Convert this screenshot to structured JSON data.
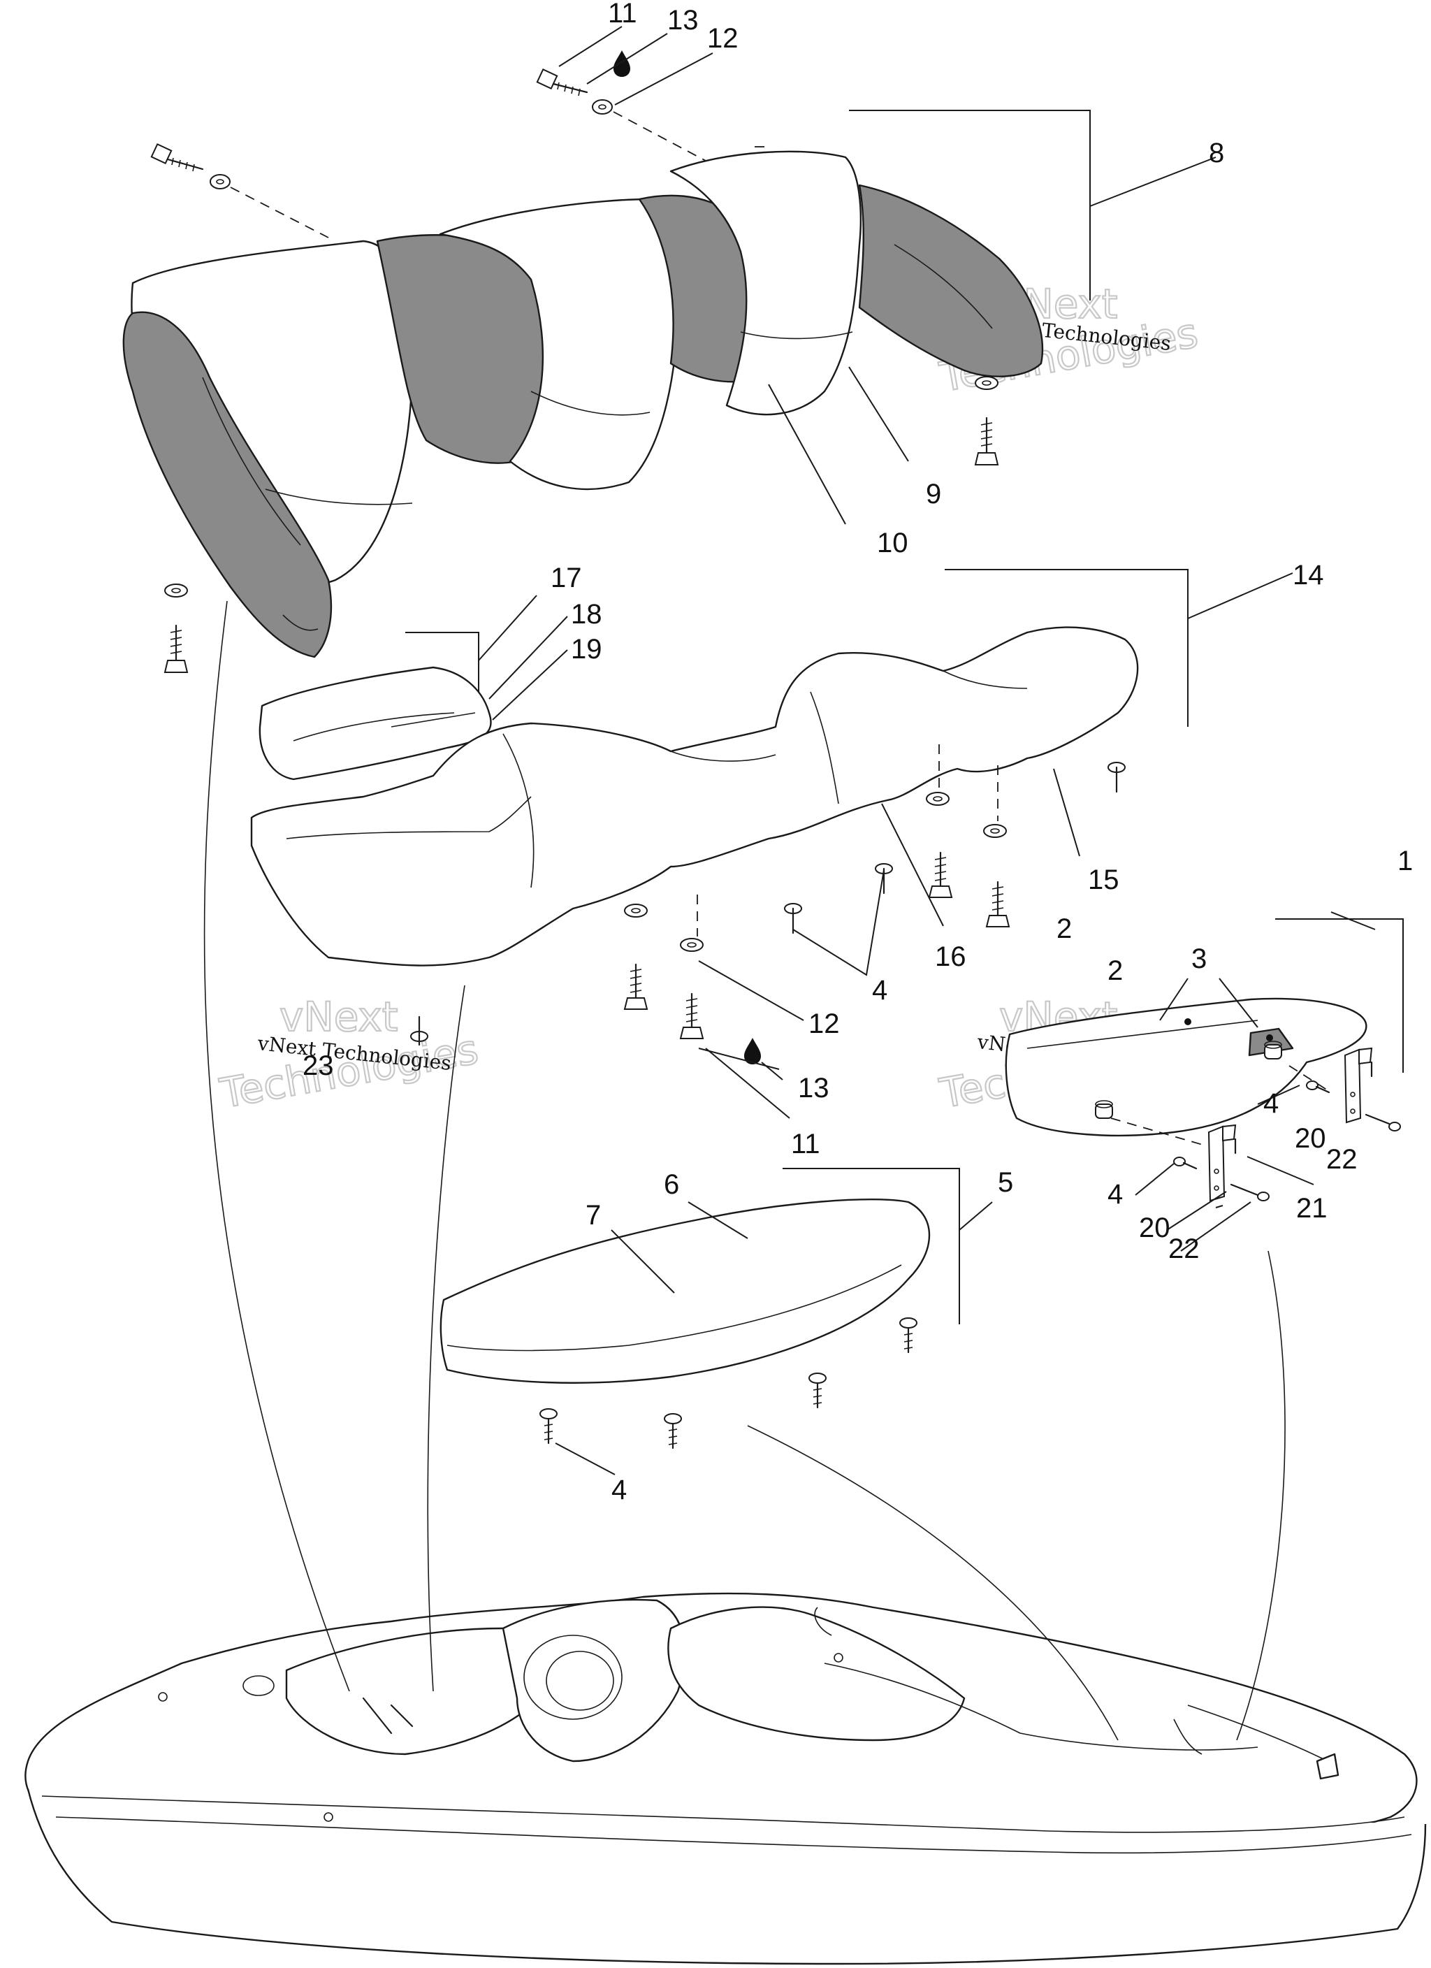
{
  "callouts": [
    {
      "id": "11a",
      "text": "11"
    },
    {
      "id": "13a",
      "text": "13"
    },
    {
      "id": "12a",
      "text": "12"
    },
    {
      "id": "8",
      "text": "8"
    },
    {
      "id": "9",
      "text": "9"
    },
    {
      "id": "10",
      "text": "10"
    },
    {
      "id": "17",
      "text": "17"
    },
    {
      "id": "18",
      "text": "18"
    },
    {
      "id": "19",
      "text": "19"
    },
    {
      "id": "14",
      "text": "14"
    },
    {
      "id": "15",
      "text": "15"
    },
    {
      "id": "16",
      "text": "16"
    },
    {
      "id": "2a",
      "text": "2"
    },
    {
      "id": "4a",
      "text": "4"
    },
    {
      "id": "12b",
      "text": "12"
    },
    {
      "id": "13b",
      "text": "13"
    },
    {
      "id": "11b",
      "text": "11"
    },
    {
      "id": "23",
      "text": "23"
    },
    {
      "id": "1",
      "text": "1"
    },
    {
      "id": "2b",
      "text": "2"
    },
    {
      "id": "3",
      "text": "3"
    },
    {
      "id": "4b",
      "text": "4"
    },
    {
      "id": "20a",
      "text": "20"
    },
    {
      "id": "22a",
      "text": "22"
    },
    {
      "id": "4c",
      "text": "4"
    },
    {
      "id": "21",
      "text": "21"
    },
    {
      "id": "20b",
      "text": "20"
    },
    {
      "id": "22b",
      "text": "22"
    },
    {
      "id": "5",
      "text": "5"
    },
    {
      "id": "6",
      "text": "6"
    },
    {
      "id": "7",
      "text": "7"
    },
    {
      "id": "4d",
      "text": "4"
    }
  ],
  "watermark": {
    "small": "vNext Technologies",
    "big_line1": "vNext",
    "big_line2": "Technologies"
  },
  "colors": {
    "line": "#1a1a1a",
    "dark_panel": "#8a8a8a",
    "watermark_outline": "#c8c8c8"
  }
}
